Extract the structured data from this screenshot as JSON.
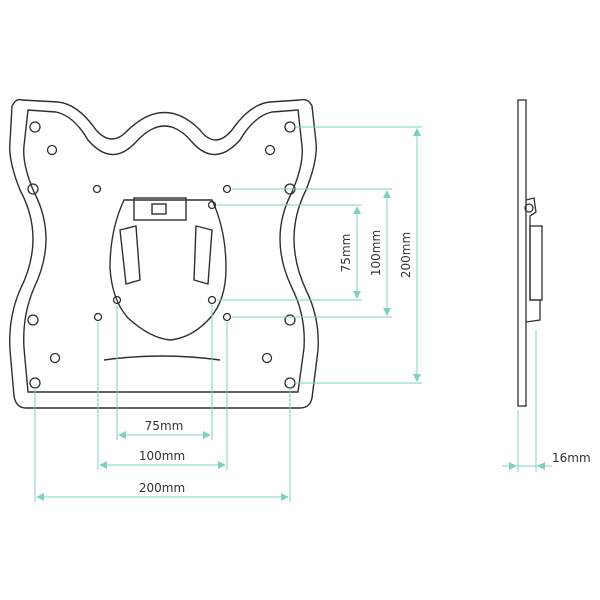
{
  "labels": {
    "h75": "75mm",
    "h100": "100mm",
    "h200": "200mm",
    "v75": "75mm",
    "v100": "100mm",
    "v200": "200mm",
    "depth": "16mm"
  },
  "colors": {
    "outline": "#2f2f2f",
    "dimension": "#7fd0c4",
    "text": "#333333"
  },
  "icons": {
    "mounting-hole": "circle",
    "arrowhead": "triangle"
  }
}
